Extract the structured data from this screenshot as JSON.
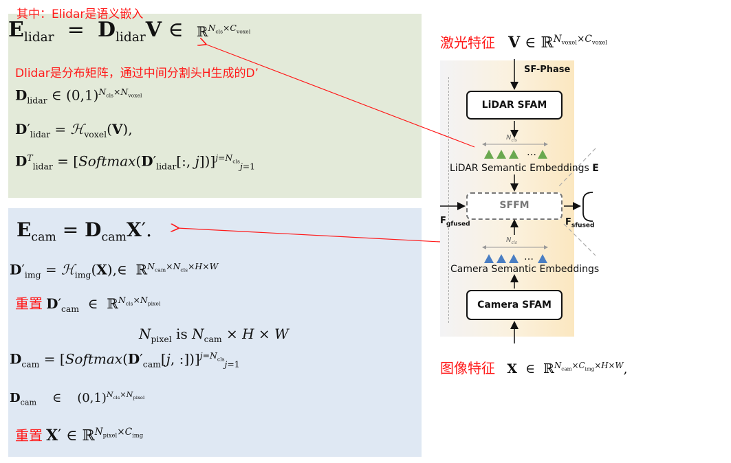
{
  "annotations": {
    "top_note": "其中：Elidar是语义嵌入",
    "dlidar_note": "Dlidar是分布矩阵，通过中间分割头H生成的D’",
    "lidar_feature_label": "激光特征",
    "image_feature_label": "图像特征",
    "reset_label_1": "重置",
    "reset_label_2": "重置"
  },
  "lidar_panel": {
    "eq1": "E_lidar = D_lidar V ∈ ℝ^{N_cls × C_voxel}",
    "eq2": "D_lidar ∈ (0,1)^{N_cls × N_voxel}",
    "eq3": "D′_lidar = H_voxel(V),",
    "eq4": "D^T_lidar = [Softmax(D′_lidar[:, j])]_{j=1}^{j=N_cls}"
  },
  "cam_panel": {
    "eq1": "E_cam = D_cam X′.",
    "eq2": "D′_img = H_img(X), ∈ ℝ^{N_cam × N_cls × H × W}",
    "eq3": "D′_cam ∈ ℝ^{N_cls × N_pixel}",
    "eq4": "N_pixel is N_cam × H × W",
    "eq5": "D_cam = [Softmax(D′_cam[j, :])]_{j=1}^{j=N_cls}",
    "eq6": "D_cam ∈ (0,1)^{N_cls × N_pixel}",
    "eq7": "X′ ∈ ℝ^{N_pixel × C_img}"
  },
  "right_eqs": {
    "lidar_feature": "V ∈ ℝ^{N_voxel × C_voxel}",
    "image_feature": "X ∈ ℝ^{N_cam × C_img × H × W},"
  },
  "diagram": {
    "phase_label": "SF-Phase",
    "lidar_sfam": "LiDAR SFAM",
    "lidar_embed_label": "LiDAR Semantic Embeddings",
    "lidar_embed_cut": "E",
    "ncls_top": "N",
    "ncls_top_sub": "cls",
    "sffm": "SFFM",
    "f_gfused": "F",
    "f_gfused_sub": "gfused",
    "f_sfused": "F",
    "f_sfused_sub": "sfused",
    "ncls_bottom": "N",
    "ncls_bottom_sub": "cls",
    "cam_embed_label": "Camera Semantic Embeddings",
    "cam_sfam": "Camera SFAM",
    "ellipsis": "…"
  },
  "colors": {
    "annotation_red": "#ff1a1a",
    "green_panel": "#e3ead9",
    "blue_panel": "#dfe8f3",
    "lidar_triangle": "#6aa84f",
    "camera_triangle": "#4a7ec3"
  }
}
